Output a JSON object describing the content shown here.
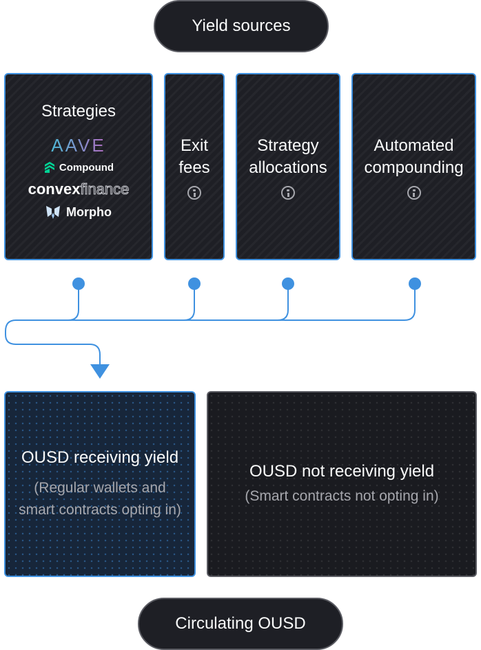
{
  "top_pill": {
    "label": "Yield sources"
  },
  "cards": {
    "strategies": {
      "title": "Strategies",
      "logos": {
        "aave": "AAVE",
        "compound": "Compound",
        "convex_a": "convex",
        "convex_b": "finance",
        "morpho": "Morpho"
      }
    },
    "exit_fees": {
      "line1": "Exit",
      "line2": "fees"
    },
    "strategy_allocations": {
      "line1": "Strategy",
      "line2": "allocations"
    },
    "automated_compounding": {
      "line1": "Automated",
      "line2": "compounding"
    }
  },
  "boxes": {
    "receiving": {
      "title": "OUSD receiving yield",
      "subtitle": "(Regular wallets and smart contracts opting in)"
    },
    "not_receiving": {
      "title": "OUSD not receiving yield",
      "subtitle": "(Smart contracts not opting in)"
    }
  },
  "bottom_pill": {
    "label": "Circulating OUSD"
  },
  "colors": {
    "accent": "#3f91e0",
    "card_bg": "#1e1f25",
    "muted_text": "#a6a7ad"
  },
  "icons": [
    "info-icon",
    "aave-logo",
    "compound-logo",
    "convex-logo",
    "morpho-logo",
    "arrow-down-icon"
  ]
}
